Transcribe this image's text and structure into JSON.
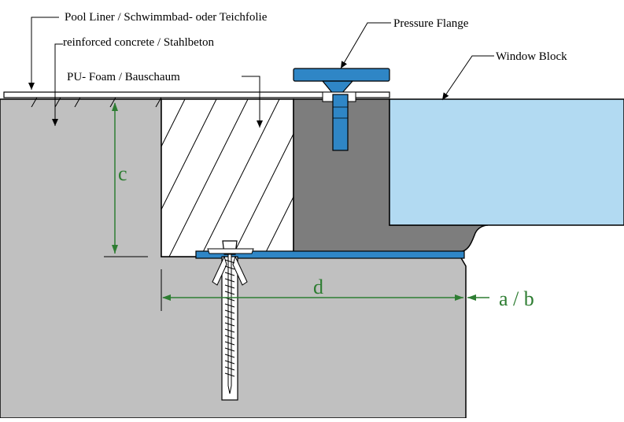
{
  "labels": {
    "pool_liner": "Pool Liner / Schwimmbad- oder Teichfolie",
    "concrete": "reinforced concrete / Stahlbeton",
    "foam": "PU- Foam / Bauschaum",
    "pressure_flange": "Pressure Flange",
    "window_block": "Window Block"
  },
  "dimensions": {
    "c": "c",
    "d": "d",
    "ab": "a / b"
  },
  "colors": {
    "concrete": "#c0c0c0",
    "block": "#7d7d7d",
    "window": "#b2daf2",
    "flange": "#2f86c6",
    "dimension": "#2e7d32",
    "outline": "#000000"
  }
}
